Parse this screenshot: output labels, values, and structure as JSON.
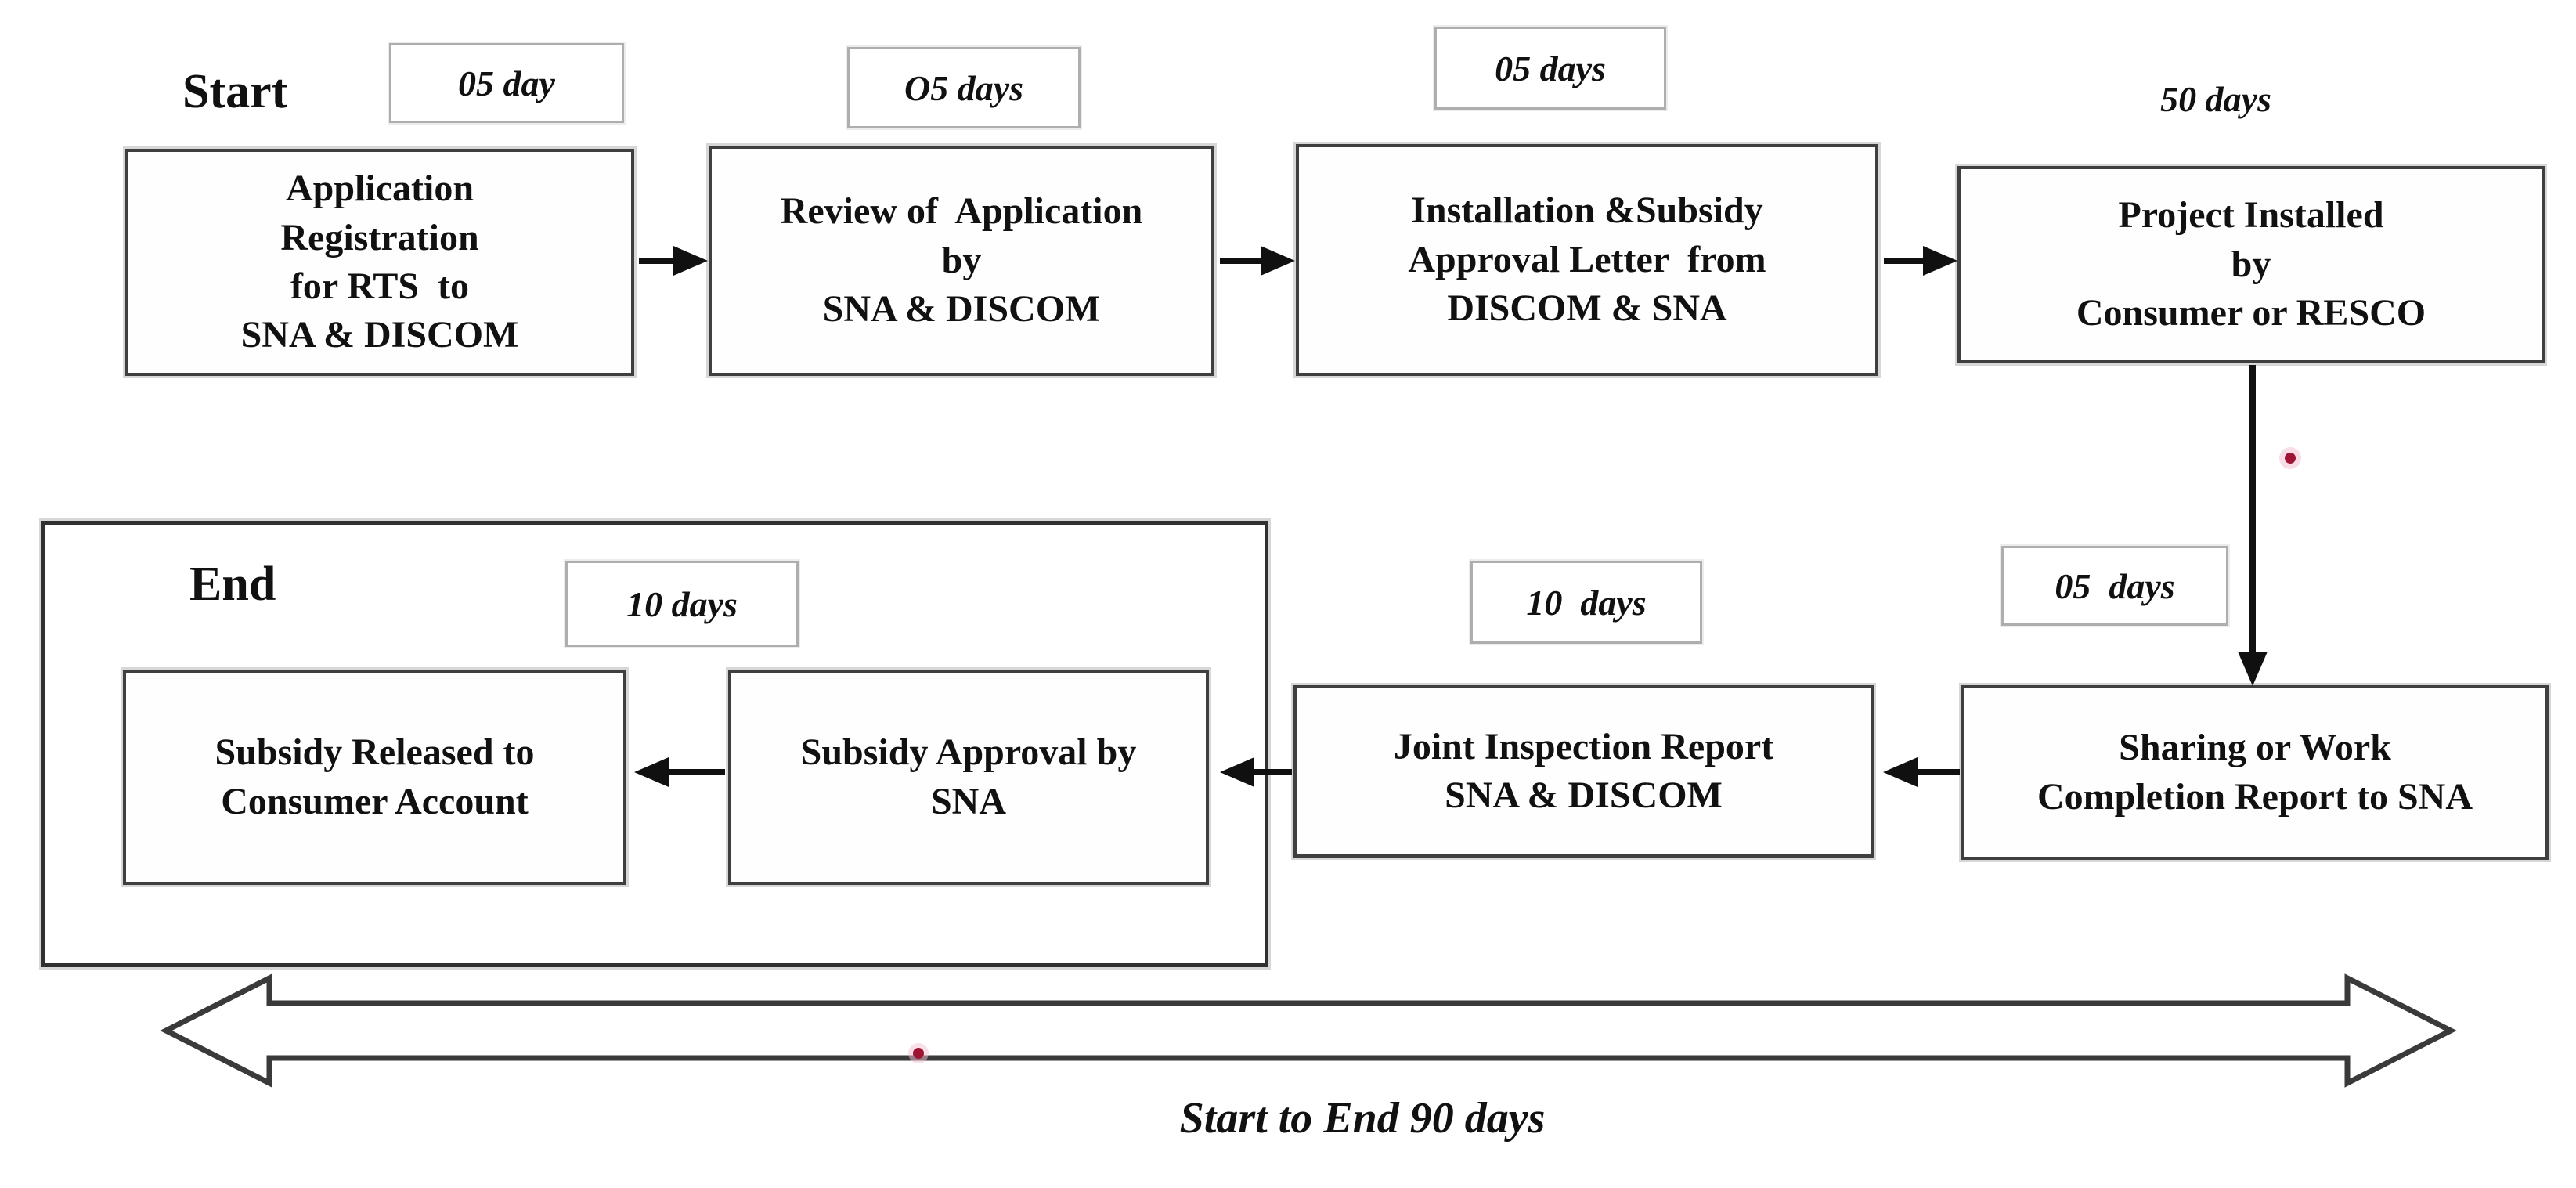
{
  "labels": {
    "start": "Start",
    "end": "End",
    "footer": "Start to End 90 days"
  },
  "nodes": {
    "application_registration": {
      "label": "Application\nRegistration\nfor RTS  to\nSNA & DISCOM",
      "duration": "05 day"
    },
    "review_of_application": {
      "label": "Review of  Application\nby\nSNA & DISCOM",
      "duration": "O5 days"
    },
    "installation_subsidy_approval": {
      "label": "Installation &Subsidy\nApproval Letter  from\nDISCOM & SNA",
      "duration": "05 days"
    },
    "project_installed": {
      "label": "Project Installed\nby\nConsumer or RESCO",
      "duration": "50 days"
    },
    "work_completion_report": {
      "label": "Sharing or Work\nCompletion Report to SNA",
      "duration": "05  days"
    },
    "joint_inspection_report": {
      "label": "Joint Inspection Report\nSNA & DISCOM",
      "duration": "10  days"
    },
    "subsidy_approval": {
      "label": "Subsidy Approval by\nSNA",
      "duration": "10 days"
    },
    "subsidy_released": {
      "label": "Subsidy Released to\nConsumer Account"
    }
  },
  "edges": [
    {
      "from": "application_registration",
      "to": "review_of_application"
    },
    {
      "from": "review_of_application",
      "to": "installation_subsidy_approval"
    },
    {
      "from": "installation_subsidy_approval",
      "to": "project_installed"
    },
    {
      "from": "project_installed",
      "to": "work_completion_report"
    },
    {
      "from": "work_completion_report",
      "to": "joint_inspection_report"
    },
    {
      "from": "joint_inspection_report",
      "to": "subsidy_approval"
    },
    {
      "from": "subsidy_approval",
      "to": "subsidy_released"
    }
  ],
  "colors": {
    "box_border": "#3f3f3f",
    "duration_border": "#aeaeae",
    "arrow": "#101010",
    "annotation_dot": "#9f1433"
  }
}
